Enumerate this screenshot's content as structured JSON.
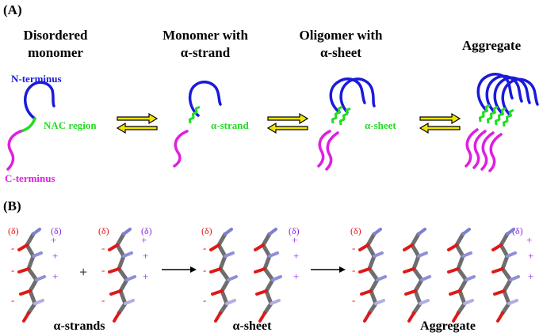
{
  "panel_a": {
    "label": "(A)",
    "stages": [
      {
        "title_line1": "Disordered",
        "title_line2": "monomer"
      },
      {
        "title_line1": "Monomer with",
        "title_line2": "α-strand"
      },
      {
        "title_line1": "Oligomer with",
        "title_line2": "α-sheet"
      },
      {
        "title_line1": "Aggregate",
        "title_line2": ""
      }
    ],
    "labels": {
      "n_terminus": "N-terminus",
      "nac_region": "NAC region",
      "c_terminus": "C-terminus",
      "alpha_strand": "α-strand",
      "alpha_sheet": "α-sheet"
    }
  },
  "panel_b": {
    "label": "(B)",
    "delta": "(δ)",
    "minus": "-",
    "plus_sign": "+",
    "captions": {
      "strands": "α-strands",
      "sheet": "α-sheet",
      "aggregate": "Aggregate"
    }
  },
  "colors": {
    "n_terminal": "#1a1adb",
    "nac": "#22dd22",
    "c_terminal": "#e01ee0",
    "arrow_fill": "#f2e600",
    "negative": "#e01818",
    "positive": "#8a2be2",
    "backbone": "#6e6e6e"
  }
}
